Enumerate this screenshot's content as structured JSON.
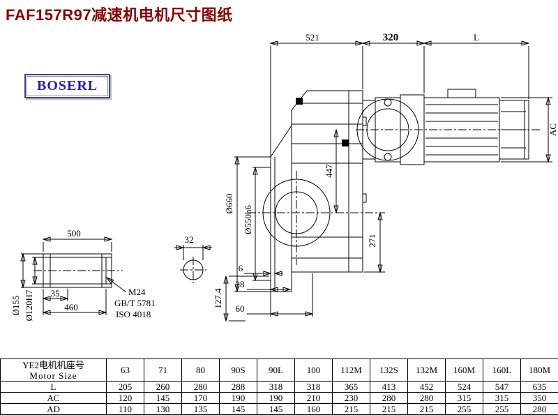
{
  "page": {
    "title": "FAF157R97减速机电机尺寸图纸",
    "logo_text": "BOSERL"
  },
  "dims": {
    "top_521": "521",
    "top_320": "320",
    "top_L": "L",
    "right_AC": "AC",
    "mid_447": "447",
    "mid_271": "271",
    "dia_660": "Ø660",
    "dia_550": "Ø550h6",
    "bot_6": "6",
    "bot_28": "28",
    "bot_60": "60",
    "bot_127": "127.4",
    "shaft_500": "500",
    "shaft_35": "35",
    "shaft_460": "460",
    "shaft_dia155": "Ø155",
    "shaft_dia120": "Ø120H7",
    "note_m24": "M24",
    "note_gbt": "GB/T 5781",
    "note_iso": "ISO 4018",
    "circle_32": "32"
  },
  "table": {
    "header": {
      "line1": "YE2电机机座号",
      "line2": "Motor Size"
    },
    "sizes": [
      "63",
      "71",
      "80",
      "90S",
      "90L",
      "100",
      "112M",
      "132S",
      "132M",
      "160M",
      "160L",
      "180M"
    ],
    "rows": [
      {
        "label": "L",
        "values": [
          "205",
          "260",
          "280",
          "288",
          "318",
          "318",
          "365",
          "413",
          "452",
          "524",
          "547",
          "635"
        ]
      },
      {
        "label": "AC",
        "values": [
          "120",
          "145",
          "170",
          "190",
          "190",
          "210",
          "230",
          "280",
          "280",
          "315",
          "315",
          "350"
        ]
      },
      {
        "label": "AD",
        "values": [
          "110",
          "130",
          "135",
          "145",
          "145",
          "160",
          "215",
          "215",
          "215",
          "255",
          "255",
          "280"
        ]
      }
    ]
  }
}
